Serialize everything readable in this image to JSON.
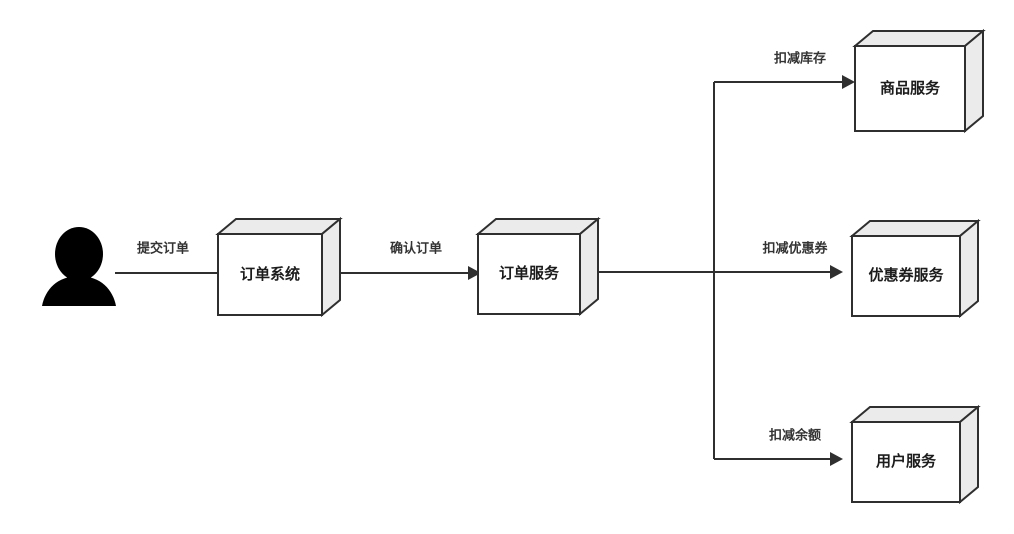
{
  "diagram": {
    "type": "flow-diagram",
    "title": "",
    "background_color": "#ffffff",
    "node_fill_color": "#ffffff",
    "node_shade_color": "#ebebeb",
    "stroke_color": "#2f2f2f",
    "label_color": "#333333",
    "actor": {
      "name": "user-actor",
      "label": ""
    },
    "nodes": [
      {
        "id": "order-system",
        "label": "订单系统",
        "shape": "cube"
      },
      {
        "id": "order-service",
        "label": "订单服务",
        "shape": "cube"
      },
      {
        "id": "goods-service",
        "label": "商品服务",
        "shape": "cube"
      },
      {
        "id": "coupon-service",
        "label": "优惠券服务",
        "shape": "cube"
      },
      {
        "id": "user-service",
        "label": "用户服务",
        "shape": "cube"
      }
    ],
    "edges": [
      {
        "id": "edge-submit-order",
        "label": "提交订单",
        "from": "user-actor",
        "to": "order-system",
        "arrow": false
      },
      {
        "id": "edge-confirm-order",
        "label": "确认订单",
        "from": "order-system",
        "to": "order-service",
        "arrow": true
      },
      {
        "id": "edge-deduct-stock",
        "label": "扣减库存",
        "from": "order-service",
        "to": "goods-service",
        "arrow": true
      },
      {
        "id": "edge-deduct-coupon",
        "label": "扣减优惠券",
        "from": "order-service",
        "to": "coupon-service",
        "arrow": true
      },
      {
        "id": "edge-deduct-balance",
        "label": "扣减余额",
        "from": "order-service",
        "to": "user-service",
        "arrow": true
      }
    ]
  }
}
